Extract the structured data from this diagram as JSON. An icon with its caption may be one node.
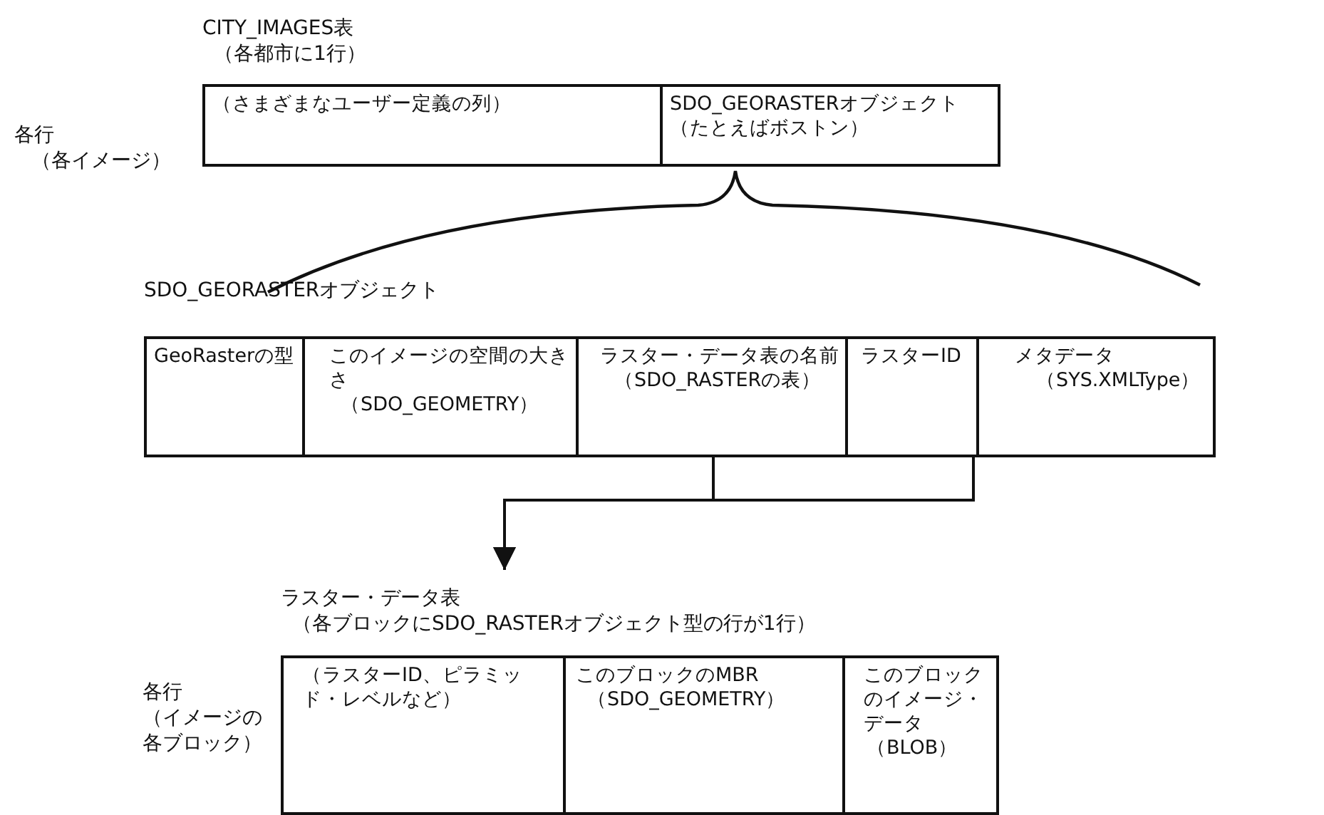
{
  "diagram": {
    "nodes": [
      {
        "text": [
          "CITY_IMAGES表",
          "（各都市に1行）"
        ]
      },
      {
        "text": [
          "（さまざまなユーザー定義の列）"
        ],
        "in": 0
      },
      {
        "text": [
          "SDO_GEORASTERオブジェクト",
          "（たとえばボストン）"
        ],
        "in": 0
      },
      {
        "text": [
          "SDO_GEORASTERオブジェクト"
        ]
      },
      {
        "text": [
          "GeoRasterの型"
        ],
        "in": 3
      },
      {
        "text": [
          "このイメージの空間の大きさ",
          "（SDO_GEOMETRY）"
        ],
        "in": 3
      },
      {
        "text": [
          "ラスター・データ表の名前",
          "（SDO_RASTERの表）"
        ],
        "in": 3
      },
      {
        "text": [
          "ラスターID"
        ],
        "in": 3
      },
      {
        "text": [
          "メタデータ",
          "（SYS.XMLType）"
        ],
        "in": 3
      },
      {
        "text": [
          "ラスター・データ表",
          "（各ブロックにSDO_RASTERオブジェクト型の行が1行）"
        ]
      },
      {
        "text": [
          "（ラスターID、ピラミッド・レベルなど）"
        ],
        "in": 9
      },
      {
        "text": [
          "このブロックのMBR",
          "（SDO_GEOMETRY）"
        ],
        "in": 9
      },
      {
        "text": [
          "このブロックのイメージ・データ",
          "（BLOB）"
        ],
        "in": 9
      }
    ],
    "edges": [
      {
        "from": 6,
        "to": 9,
        "arrow": "to"
      },
      {
        "from": 7,
        "to": 9,
        "arrow": "to"
      }
    ],
    "labels": [
      "各行",
      "（各イメージ）",
      "各行",
      "（イメージの各ブロック）"
    ]
  }
}
